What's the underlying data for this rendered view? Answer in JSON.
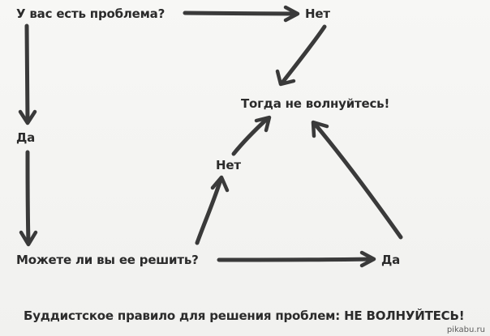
{
  "diagram": {
    "nodes": {
      "question": "У вас есть проблема?",
      "no_top": "Нет",
      "worry_not": "Тогда не волнуйтесь!",
      "yes_left": "Да",
      "no_mid": "Нет",
      "can_solve": "Можете ли вы ее решить?",
      "yes_right": "Да"
    },
    "edges": [
      {
        "from": "question",
        "to": "no_top"
      },
      {
        "from": "no_top",
        "to": "worry_not"
      },
      {
        "from": "question",
        "to": "yes_left"
      },
      {
        "from": "yes_left",
        "to": "can_solve"
      },
      {
        "from": "can_solve",
        "to": "no_mid"
      },
      {
        "from": "no_mid",
        "to": "worry_not"
      },
      {
        "from": "can_solve",
        "to": "yes_right"
      },
      {
        "from": "yes_right",
        "to": "worry_not"
      }
    ],
    "caption": "Буддистское правило для решения проблем: НЕ ВОЛНУЙТЕСЬ!",
    "ink_color": "#3a3a3a",
    "paper_color": "#f4f4f2"
  },
  "watermark": "pikabu.ru"
}
